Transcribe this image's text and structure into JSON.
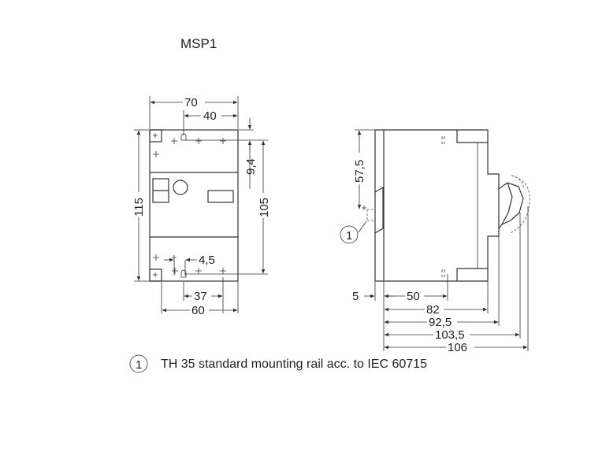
{
  "title": "MSP1",
  "front_view": {
    "width_total": "70",
    "width_inner": "40",
    "height_total": "115",
    "height_rail": "105",
    "offset_top": "9,4",
    "hole_spacing": "4,5",
    "bottom_inner": "37",
    "bottom_total": "60"
  },
  "side_view": {
    "top_dim": "57,5",
    "callout_number": "1",
    "left_offset": "5",
    "depth_1": "50",
    "depth_2": "82",
    "depth_3": "92,5",
    "depth_4": "103,5",
    "depth_5": "106"
  },
  "legend": {
    "number": "1",
    "text": "TH 35 standard mounting rail acc. to IEC 60715"
  }
}
